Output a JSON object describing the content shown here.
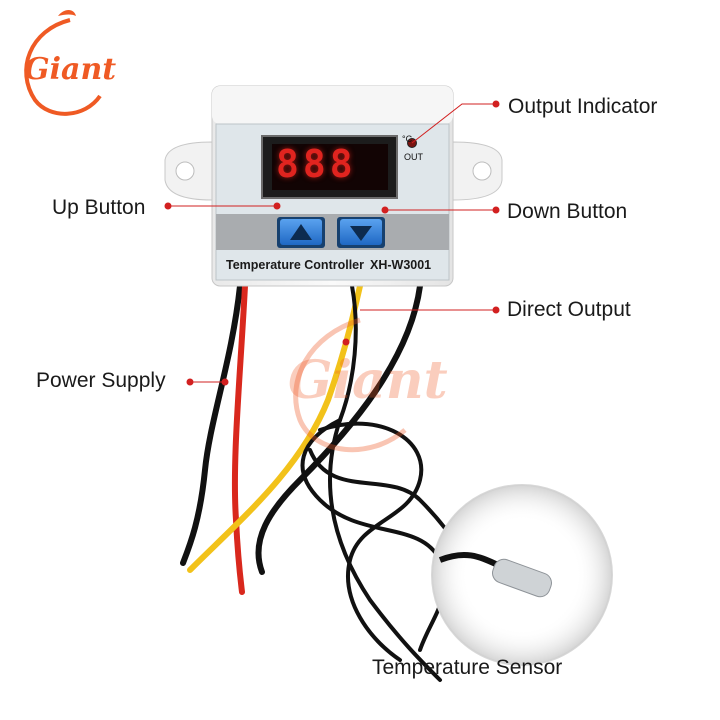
{
  "brand": {
    "logo_text": "Giant",
    "watermark_text": "Giant"
  },
  "device": {
    "name_label": "Temperature Controller",
    "model_label": "XH-W3001",
    "display_value": "888",
    "unit_label": "°C",
    "out_label": "OUT"
  },
  "callouts": {
    "output_indicator": "Output Indicator",
    "up_button": "Up Button",
    "down_button": "Down Button",
    "direct_output": "Direct Output",
    "power_supply": "Power Supply",
    "temperature_sensor": "Temperature Sensor"
  },
  "colors": {
    "callout_dot": "#d22020",
    "housing": "#f4f4f4",
    "faceplate": "#dfe6ea",
    "button_blue": "#2f7ed8",
    "display_red": "#e0241f",
    "logo_orange": "#ef5a24"
  },
  "icons": {
    "up_button": "triangle-up-icon",
    "down_button": "triangle-down-icon",
    "output_led": "led-dot-icon"
  }
}
